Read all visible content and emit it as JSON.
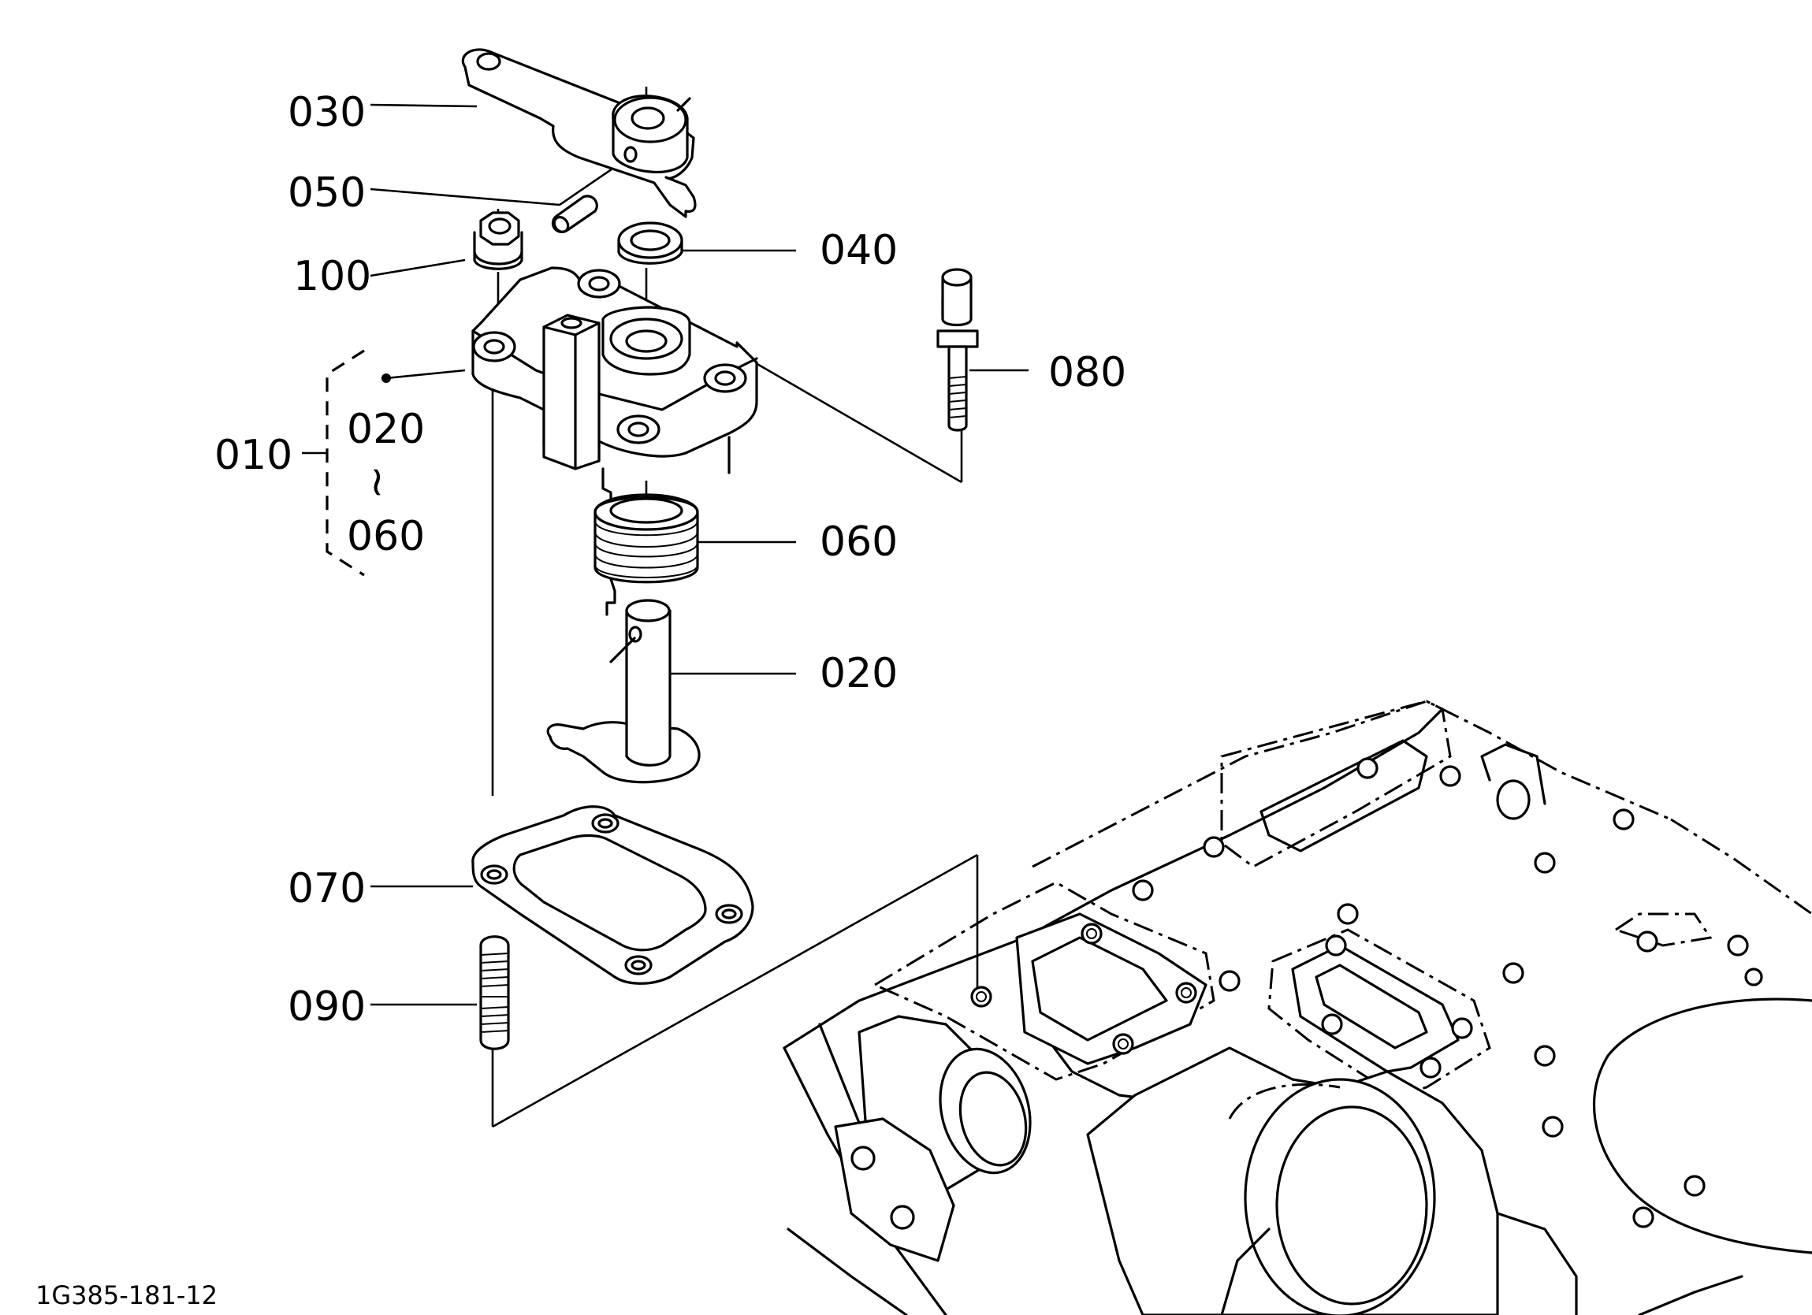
{
  "diagram": {
    "callouts": {
      "c030": "030",
      "c050": "050",
      "c100": "100",
      "c040": "040",
      "c080": "080",
      "c010": "010",
      "c020_kit": "020",
      "c_range": "~",
      "c060_kit": "060",
      "c060": "060",
      "c020": "020",
      "c070": "070",
      "c090": "090"
    },
    "reference": "1G385-181-12"
  }
}
